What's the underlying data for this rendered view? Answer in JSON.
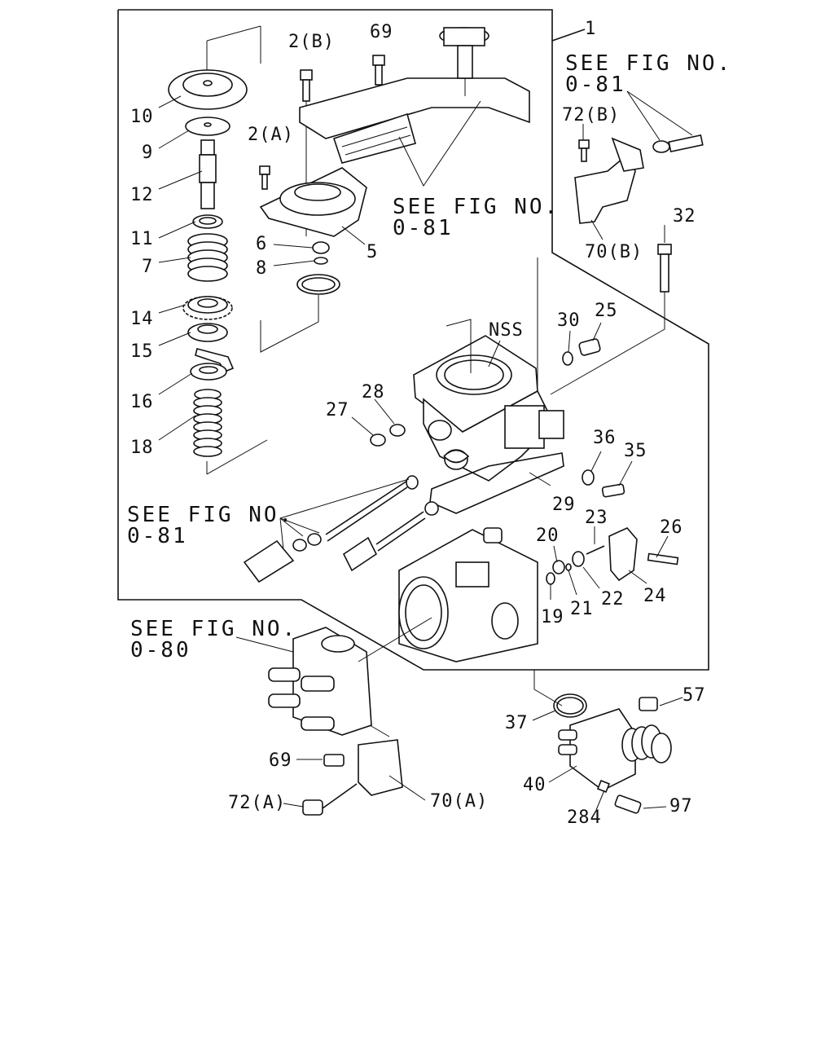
{
  "diagram": {
    "part_labels": {
      "p1": "1",
      "p2b": "2(B)",
      "p69a": "69",
      "p2a": "2(A)",
      "p10": "10",
      "p9": "9",
      "p12": "12",
      "p11": "11",
      "p7": "7",
      "p14": "14",
      "p15": "15",
      "p16": "16",
      "p18": "18",
      "p6": "6",
      "p8": "8",
      "p5": "5",
      "p72b": "72(B)",
      "p70b": "70(B)",
      "p32": "32",
      "pNSS": "NSS",
      "p30": "30",
      "p25": "25",
      "p27": "27",
      "p28": "28",
      "p36": "36",
      "p35": "35",
      "p29": "29",
      "p23": "23",
      "p26": "26",
      "p20": "20",
      "p19": "19",
      "p21": "21",
      "p22": "22",
      "p24": "24",
      "p57": "57",
      "p37": "37",
      "p40": "40",
      "p284": "284",
      "p97": "97",
      "p69b": "69",
      "p72a": "72(A)",
      "p70a": "70(A)"
    },
    "references": {
      "ref1_line1": "SEE FIG NO.",
      "ref1_line2": "0-81",
      "ref2_line1": "SEE FIG NO.",
      "ref2_line2": "0-81",
      "ref3_line1": "SEE FIG NO.",
      "ref3_line2": "0-81",
      "ref4_line1": "SEE FIG NO.",
      "ref4_line2": "0-80"
    }
  }
}
